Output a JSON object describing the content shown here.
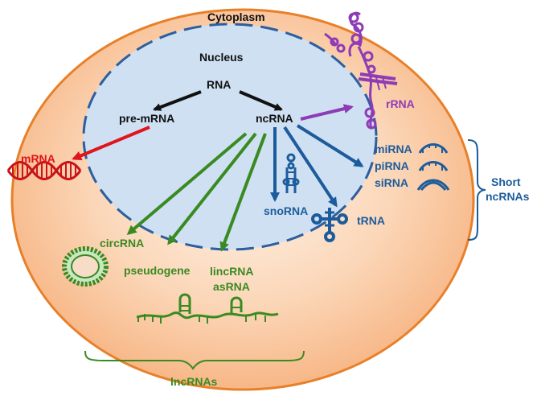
{
  "compartments": {
    "cytoplasm": "Cytoplasm",
    "nucleus": "Nucleus"
  },
  "nodes": {
    "rna": "RNA",
    "pre_mrna": "pre-mRNA",
    "ncrna": "ncRNA",
    "mrna": "mRNA",
    "rrna": "rRNA",
    "mirna": "miRNA",
    "pirna": "piRNA",
    "sirna": "siRNA",
    "snorna": "snoRNA",
    "trna": "tRNA",
    "circrna": "circRNA",
    "pseudogene": "pseudogene",
    "lincrna": "lincRNA",
    "asrna": "asRNA"
  },
  "groups": {
    "short_line1": "Short",
    "short_line2": "ncRNAs",
    "long": "lncRNAs"
  },
  "colors": {
    "cytoplasm_fill": "#f9c6a0",
    "cytoplasm_edge": "#e8802a",
    "nucleus_fill": "#cfe0f3",
    "nucleus_dash": "#2b5f9e",
    "mrna": "#e0141a",
    "rrna": "#8e3bb6",
    "short_nc": "#1d5c9c",
    "long_nc": "#3a8a22",
    "black": "#111111"
  },
  "icons": [
    "dna-helix-icon",
    "rrna-structure-icon",
    "small-rna-hairpin-icon",
    "snorna-hairpin-icon",
    "trna-cloverleaf-icon",
    "circrna-ring-icon",
    "lncrna-strand-icon"
  ]
}
